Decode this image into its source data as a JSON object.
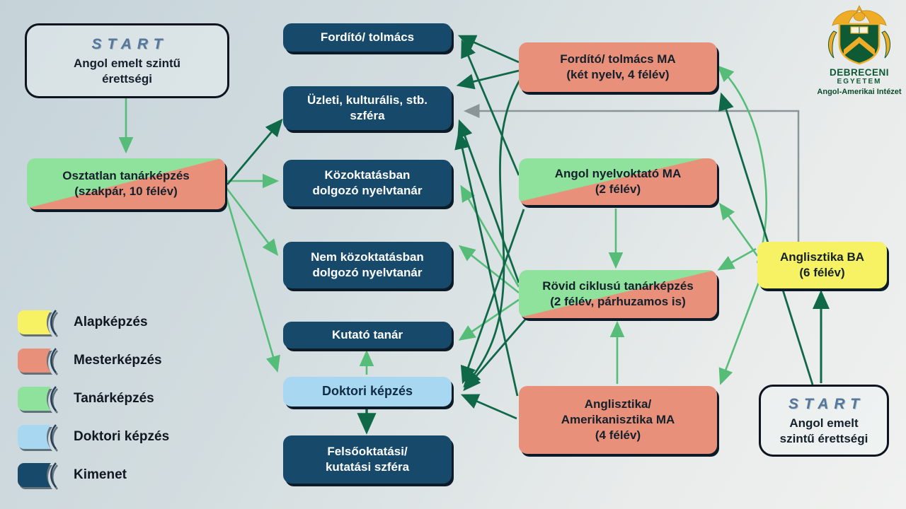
{
  "nodes": {
    "start_top": {
      "badge": "START",
      "label": "Angol emelt szintű\nérettségi"
    },
    "osztatlan": {
      "label": "Osztatlan tanárképzés\n(szakpár, 10 félév)",
      "type": "tanárképzés + mesterképzés"
    },
    "fordito": {
      "label": "Fordító/ tolmács",
      "type": "kimenet"
    },
    "uzleti": {
      "label": "Üzleti, kulturális, stb.\nszféra",
      "type": "kimenet"
    },
    "kozokt": {
      "label": "Közoktatásban\ndolgozó nyelvtanár",
      "type": "kimenet"
    },
    "nemkozokt": {
      "label": "Nem közoktatásban\ndolgozó nyelvtanár",
      "type": "kimenet"
    },
    "kutato": {
      "label": "Kutató tanár",
      "type": "kimenet"
    },
    "doktori": {
      "label": "Doktori képzés",
      "type": "doktori képzés"
    },
    "felsookt": {
      "label": "Felsőoktatási/\nkutatási szféra",
      "type": "kimenet"
    },
    "fma": {
      "label": "Fordító/ tolmács MA\n(két nyelv, 4 félév)",
      "type": "mesterképzés"
    },
    "angolnyelv": {
      "label": "Angol nyelvoktató MA\n(2 félév)",
      "type": "tanárképzés + mesterképzés"
    },
    "rovid": {
      "label": "Rövid ciklusú tanárképzés\n(2 félév, párhuzamos is)",
      "type": "tanárképzés + mesterképzés"
    },
    "amerma": {
      "label": "Anglisztika/\nAmerikanisztika MA\n(4 félév)",
      "type": "mesterképzés"
    },
    "ba": {
      "label": "Anglisztika BA\n(6 félév)",
      "type": "alapképzés"
    },
    "start_bottom": {
      "badge": "START",
      "label": "Angol emelt\nszintű érettségi"
    }
  },
  "legend": {
    "items": [
      {
        "label": "Alapképzés",
        "color": "#f6f263"
      },
      {
        "label": "Mesterképzés",
        "color": "#e8907a"
      },
      {
        "label": "Tanárképzés",
        "color": "#8fe29b"
      },
      {
        "label": "Doktori képzés",
        "color": "#a8d8f1"
      },
      {
        "label": "Kimenet",
        "color": "#17496b"
      }
    ]
  },
  "logo": {
    "line1": "DEBRECENI",
    "line2": "EGYETEM",
    "line3": "Angol-Amerikai Intézet"
  },
  "colors": {
    "background_start": "#c5d3d9",
    "background_end": "#f0f1f0",
    "navy_box": "#17496b",
    "salmon_box": "#e8907a",
    "green_box": "#8fe29b",
    "blue_box": "#a8d8f1",
    "yellow_box": "#f6f263",
    "arrow_light_green": "#56bd79",
    "arrow_dark_green": "#0f6847",
    "arrow_gray": "#8b9598",
    "start_badge_text": "#54779b",
    "logo_green": "#0d5a35",
    "logo_gold": "#eeac27"
  },
  "edges": [
    {
      "from": "start_top",
      "to": "osztatlan",
      "color": "light-green"
    },
    {
      "from": "osztatlan",
      "to": "uzleti",
      "color": "dark-green"
    },
    {
      "from": "osztatlan",
      "to": "kozokt",
      "color": "light-green"
    },
    {
      "from": "osztatlan",
      "to": "nemkozokt",
      "color": "light-green"
    },
    {
      "from": "osztatlan",
      "to": "doktori",
      "color": "light-green"
    },
    {
      "from": "doktori",
      "to": "kutato",
      "color": "light-green"
    },
    {
      "from": "doktori",
      "to": "felsookt",
      "color": "dark-green"
    },
    {
      "from": "fma",
      "to": "fordito",
      "color": "dark-green"
    },
    {
      "from": "fma",
      "to": "uzleti",
      "color": "dark-green"
    },
    {
      "from": "fma",
      "to": "doktori",
      "color": "dark-green"
    },
    {
      "from": "angolnyelv",
      "to": "fordito",
      "color": "dark-green"
    },
    {
      "from": "angolnyelv",
      "to": "rovid",
      "color": "light-green"
    },
    {
      "from": "angolnyelv",
      "to": "doktori",
      "color": "dark-green"
    },
    {
      "from": "rovid",
      "to": "kozokt",
      "color": "light-green"
    },
    {
      "from": "rovid",
      "to": "nemkozokt",
      "color": "light-green"
    },
    {
      "from": "rovid",
      "to": "kutato",
      "color": "light-green"
    },
    {
      "from": "rovid",
      "to": "uzleti",
      "color": "dark-green"
    },
    {
      "from": "rovid",
      "to": "doktori",
      "color": "dark-green"
    },
    {
      "from": "amerma",
      "to": "rovid",
      "color": "light-green"
    },
    {
      "from": "amerma",
      "to": "uzleti",
      "color": "dark-green"
    },
    {
      "from": "amerma",
      "to": "doktori",
      "color": "dark-green"
    },
    {
      "from": "ba",
      "to": "fma",
      "color": "light-green"
    },
    {
      "from": "ba",
      "to": "angolnyelv",
      "color": "light-green"
    },
    {
      "from": "ba",
      "to": "rovid",
      "color": "light-green"
    },
    {
      "from": "ba",
      "to": "amerma",
      "color": "light-green"
    },
    {
      "from": "ba",
      "to": "uzleti",
      "color": "gray"
    },
    {
      "from": "start_bottom",
      "to": "ba",
      "color": "dark-green"
    },
    {
      "from": "start_bottom",
      "to": "fma",
      "color": "dark-green"
    }
  ]
}
